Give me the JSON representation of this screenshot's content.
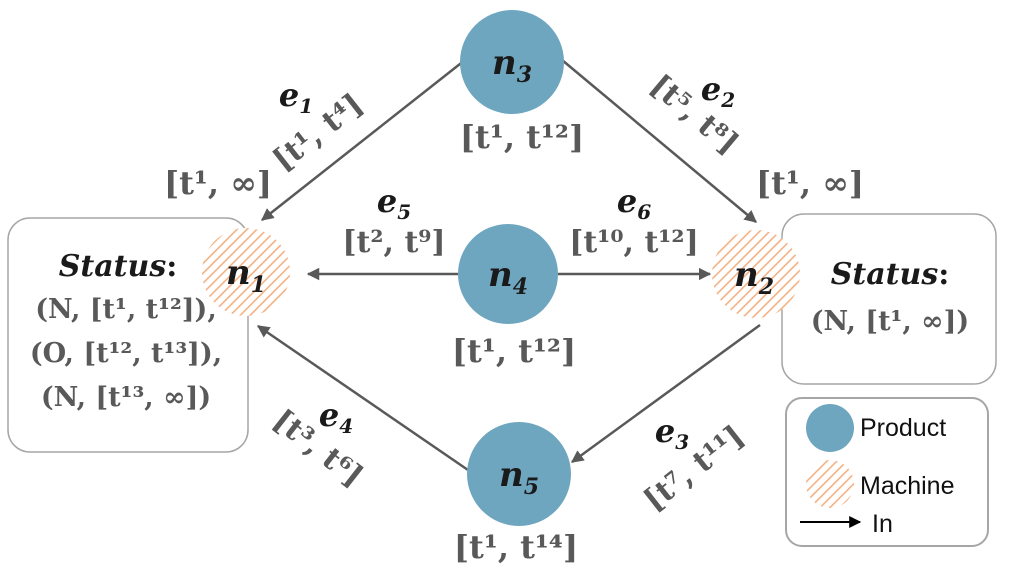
{
  "colors": {
    "product": "#6fa6bf",
    "machine_stripe": "#f4b183",
    "edge": "#595959",
    "box_border": "#a6a6a6"
  },
  "nodes": {
    "n1": {
      "label": "n",
      "sub": "1",
      "type": "Machine"
    },
    "n2": {
      "label": "n",
      "sub": "2",
      "type": "Machine"
    },
    "n3": {
      "label": "n",
      "sub": "3",
      "type": "Product",
      "interval": "[t¹, t¹²]"
    },
    "n4": {
      "label": "n",
      "sub": "4",
      "type": "Product",
      "interval": "[t¹, t¹²]"
    },
    "n5": {
      "label": "n",
      "sub": "5",
      "type": "Product",
      "interval": "[t¹, t¹⁴]"
    }
  },
  "edges": {
    "e1": {
      "label": "e",
      "sub": "1",
      "from": "n3",
      "to": "n1",
      "interval": "[t¹, t⁴]"
    },
    "e2": {
      "label": "e",
      "sub": "2",
      "from": "n3",
      "to": "n2",
      "interval": "[t⁵, t⁸]"
    },
    "e3": {
      "label": "e",
      "sub": "3",
      "from": "n2",
      "to": "n5",
      "interval": "[t⁷, t¹¹]"
    },
    "e4": {
      "label": "e",
      "sub": "4",
      "from": "n5",
      "to": "n1",
      "interval": "[t³, t⁶]"
    },
    "e5": {
      "label": "e",
      "sub": "5",
      "from": "n4",
      "to": "n1",
      "interval": "[t², t⁹]"
    },
    "e6": {
      "label": "e",
      "sub": "6",
      "from": "n4",
      "to": "n2",
      "interval": "[t¹⁰, t¹²]"
    }
  },
  "machine_intervals": {
    "n1": "[t¹, ∞]",
    "n2": "[t¹, ∞]"
  },
  "status_n1": {
    "title": "Status",
    "colon": ":",
    "lines": [
      "(N, [t¹, t¹²]),",
      "(O, [t¹², t¹³]),",
      "(N, [t¹³, ∞])"
    ]
  },
  "status_n2": {
    "title": "Status",
    "colon": ":",
    "lines": [
      "(N, [t¹, ∞])"
    ]
  },
  "legend": {
    "product": "Product",
    "machine": "Machine",
    "in": "In"
  }
}
